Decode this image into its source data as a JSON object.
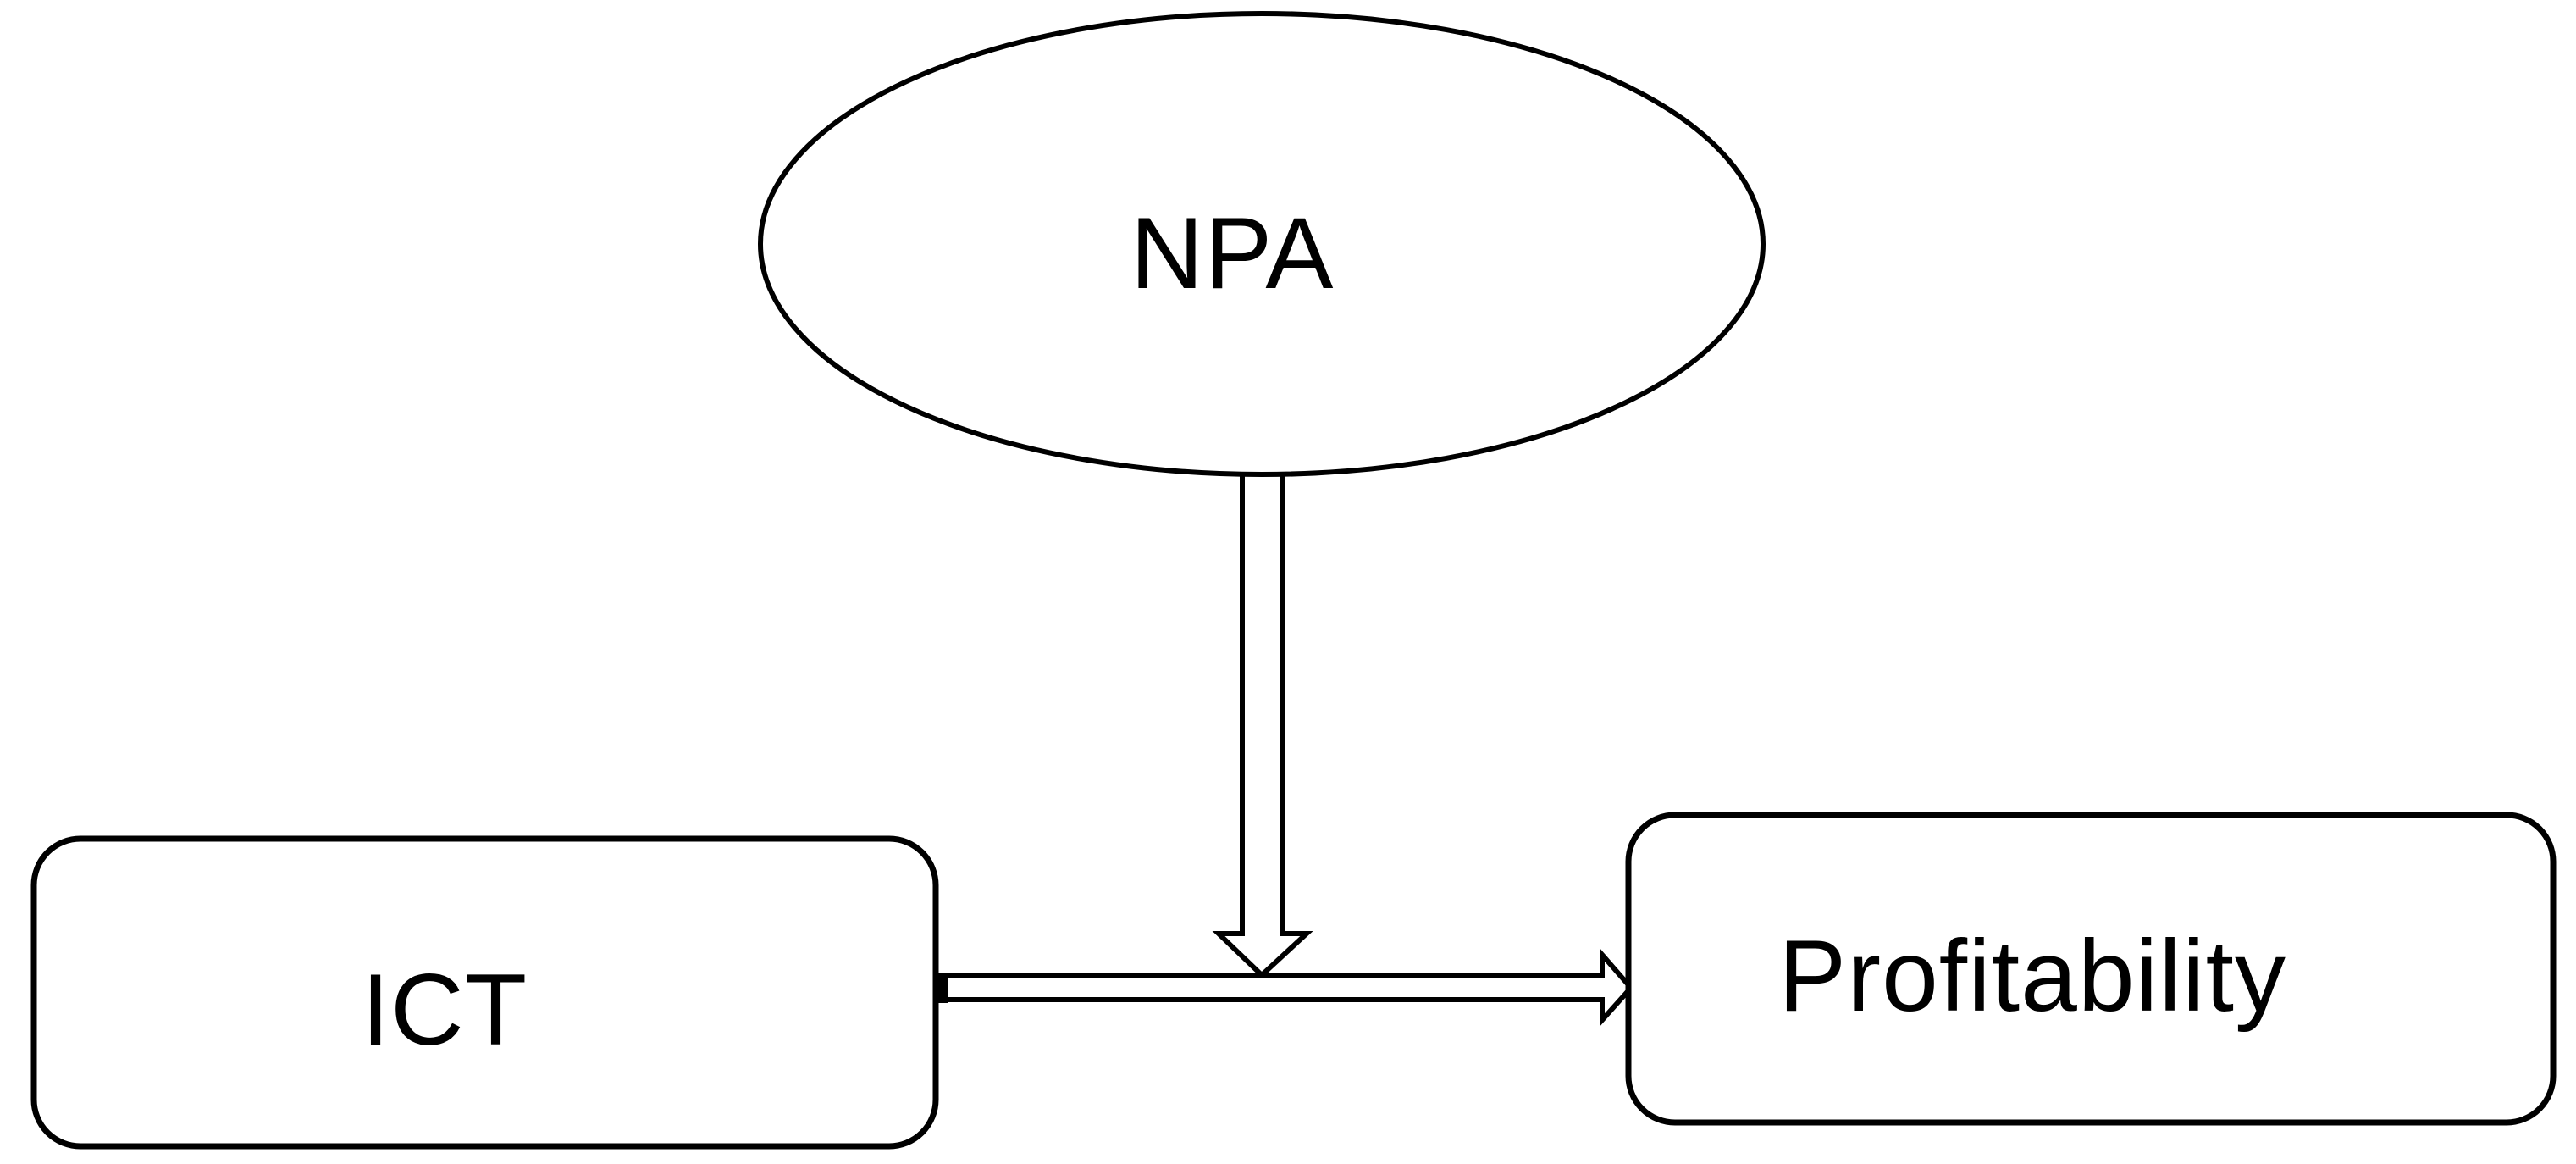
{
  "canvas": {
    "background_color": "#ffffff",
    "line_color": "#000000",
    "shape_fill_color": "#ffffff"
  },
  "diagram": {
    "type": "moderation-model",
    "nodes": {
      "moderator": {
        "label": "NPA",
        "shape": "ellipse",
        "position": "top-center"
      },
      "independent": {
        "label": "ICT",
        "shape": "rounded-rectangle",
        "position": "bottom-left"
      },
      "dependent": {
        "label": "Profitability",
        "shape": "rounded-rectangle",
        "position": "bottom-right"
      }
    },
    "edges": [
      {
        "id": "moderation-arrow",
        "from": "NPA",
        "to": "ICT-Profitability arrow",
        "style": "double-line shaft with open arrowhead",
        "direction": "down"
      },
      {
        "id": "direct-effect-arrow",
        "from": "ICT",
        "to": "Profitability",
        "style": "double-line shaft with open arrowhead and solid tail cap",
        "direction": "right"
      }
    ]
  }
}
